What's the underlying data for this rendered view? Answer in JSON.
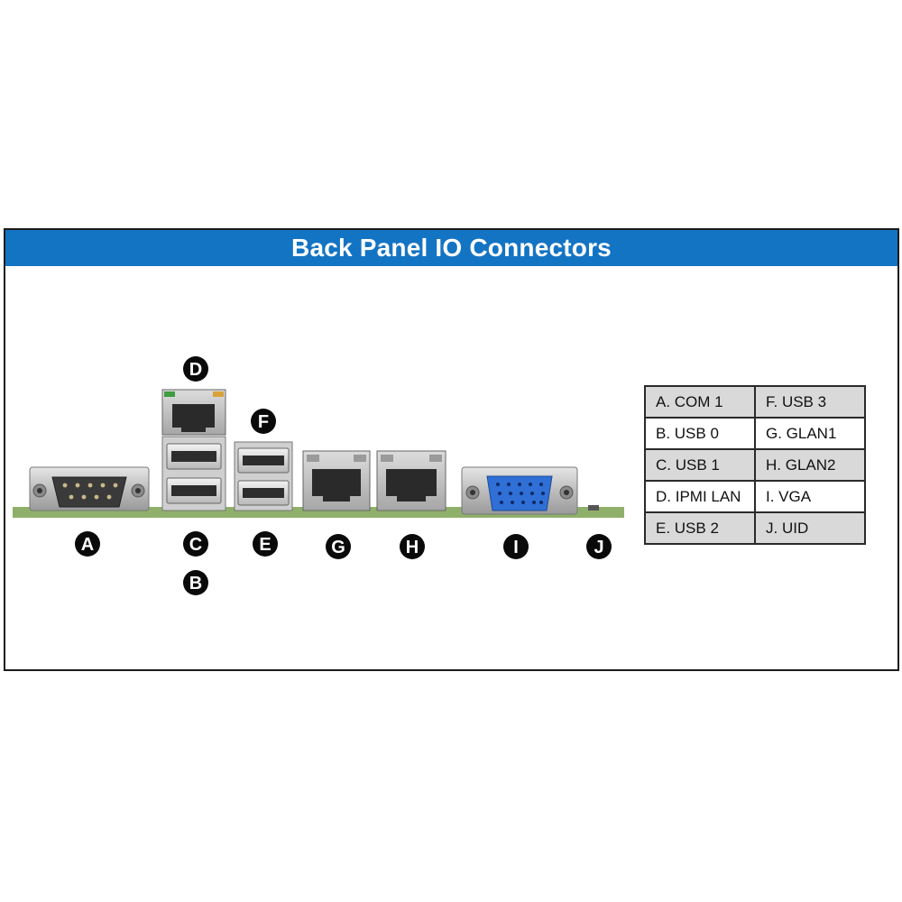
{
  "title": "Back Panel IO Connectors",
  "colors": {
    "banner": "#1474c4",
    "pcb": "#8fb06a",
    "metal": "#c9c9c9",
    "label_badge": "#0a0a0a",
    "vga_blue": "#2f6fd6",
    "legend_shade": "#d9d9d9"
  },
  "connectors": [
    {
      "letter": "A",
      "kind": "serial-db9-connector"
    },
    {
      "letter": "B",
      "kind": "usb-port"
    },
    {
      "letter": "C",
      "kind": "usb-port"
    },
    {
      "letter": "D",
      "kind": "rj45-port"
    },
    {
      "letter": "E",
      "kind": "usb-port"
    },
    {
      "letter": "F",
      "kind": "usb-port"
    },
    {
      "letter": "G",
      "kind": "rj45-port"
    },
    {
      "letter": "H",
      "kind": "rj45-port"
    },
    {
      "letter": "I",
      "kind": "vga-connector"
    },
    {
      "letter": "J",
      "kind": "uid-led"
    }
  ],
  "legend": {
    "rows": [
      [
        "A. COM 1",
        "F. USB 3"
      ],
      [
        "B. USB 0",
        "G. GLAN1"
      ],
      [
        "C. USB 1",
        "H. GLAN2"
      ],
      [
        "D. IPMI LAN",
        "I. VGA"
      ],
      [
        "E. USB 2",
        "J. UID"
      ]
    ]
  }
}
